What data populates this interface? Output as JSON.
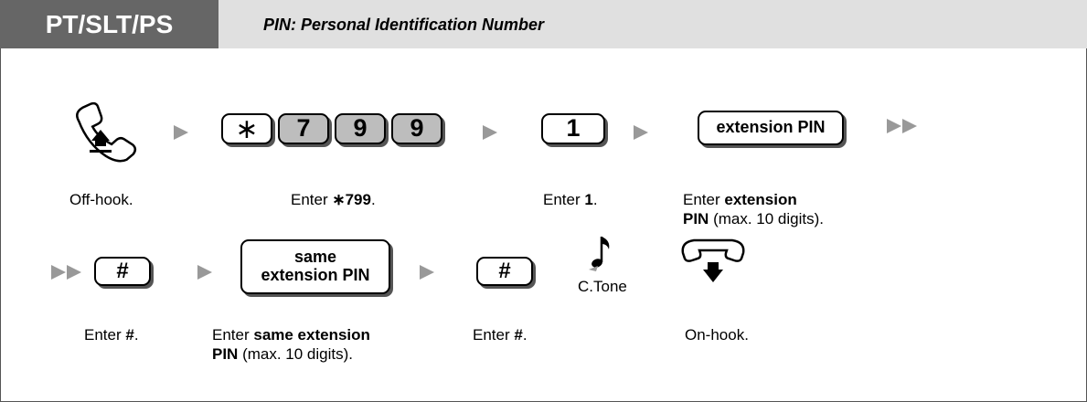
{
  "header": {
    "tab_label": "PT/SLT/PS",
    "subtitle": "PIN: Personal Identification Number"
  },
  "row1": {
    "keys": {
      "star": "∗",
      "k7": "7",
      "k9a": "9",
      "k9b": "9",
      "k1": "1",
      "ext_pin": "extension PIN"
    },
    "captions": {
      "offhook": "Off-hook.",
      "enter_code_pre": "Enter ",
      "enter_code_bold": "∗799",
      "enter_code_post": ".",
      "enter_1_pre": "Enter ",
      "enter_1_bold": "1",
      "enter_1_post": ".",
      "enter_pin_pre": "Enter ",
      "enter_pin_bold1": "extension",
      "enter_pin_bold2": "PIN",
      "enter_pin_post": " (max. 10 digits)."
    }
  },
  "row2": {
    "keys": {
      "hash1": "#",
      "same_line1": "same",
      "same_line2": "extension PIN",
      "hash2": "#"
    },
    "tone_label": "C.Tone",
    "captions": {
      "enter_hash1_pre": "Enter ",
      "enter_hash1_bold": "#",
      "enter_hash1_post": ".",
      "enter_same_pre": "Enter ",
      "enter_same_bold1": "same extension",
      "enter_same_bold2": "PIN",
      "enter_same_post": " (max. 10 digits).",
      "enter_hash2_pre": "Enter ",
      "enter_hash2_bold": "#",
      "enter_hash2_post": ".",
      "onhook": "On-hook."
    }
  },
  "colors": {
    "tab_bg": "#666666",
    "header_bg": "#e0e0e0",
    "arrow": "#999999",
    "key_grey": "#bdbdbd"
  },
  "icons": [
    "offhook-handset-icon",
    "onhook-handset-icon",
    "music-note-icon",
    "play-arrow-icon",
    "double-arrow-icon"
  ]
}
